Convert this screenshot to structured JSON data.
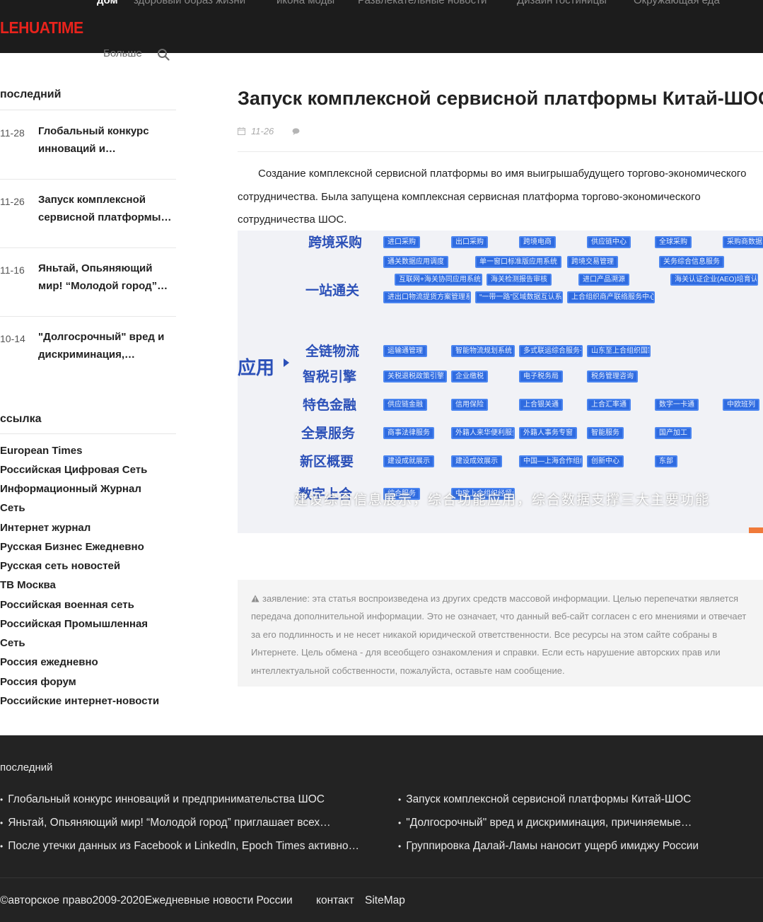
{
  "header": {
    "logo": "LEHUATIME",
    "nav": [
      "дом",
      "здоровый образ жизни",
      "икона моды",
      "Развлекательные новости",
      "Дизайн гостиницы",
      "Окружающая еда"
    ],
    "more": "Больше"
  },
  "sidebar": {
    "latest_title": "последний",
    "latest": [
      {
        "date": "11-28",
        "title": "Глобальный конкурс инноваций и…"
      },
      {
        "date": "11-26",
        "title": "Запуск комплексной сервисной платформы…"
      },
      {
        "date": "11-16",
        "title": "Яньтай, Опьяняющий мир! “Молодой город”…"
      },
      {
        "date": "10-14",
        "title": "\"Долгосрочный\" вред и дискриминация,…"
      }
    ],
    "links_title": "ссылка",
    "links": [
      "European Times",
      "Российская Цифровая Сеть",
      "Информационный Журнал",
      "Сеть",
      "Интернет журнал",
      "Русская Бизнес Ежедневно",
      "Русская сеть новостей",
      "ТВ Москва",
      "Российская военная сеть",
      "Российская Промышленная",
      "Сеть",
      "Россия ежедневно",
      "Россия форум",
      "Российские интернет-новости"
    ]
  },
  "article": {
    "title": "Запуск комплексной сервисной платформы Китай-ШОС",
    "date": "11-26",
    "body": "Создание комплексной сервисной платформы во имя выигрышабудущего торгово-экономического сотрудничества. Была запущена комплексная сервисная платформа торгово-экономического сотрудничества ШОС.",
    "image": {
      "apply": "应用",
      "rows": [
        {
          "label": "跨境采购",
          "chips": [
            "进口采购",
            "出口采购",
            "跨境电商",
            "供应链中心",
            "全球采购",
            "采购商数据"
          ]
        },
        {
          "label": "一站通关",
          "chips": [
            "通关数据应用调度",
            "单一窗口标准版应用系统",
            "跨境交易管理",
            "关务综合信息服务",
            "互联网+海关协同应用系统",
            "海关检测报告审核",
            "进口产品溯源",
            "海关认证企业(AEO)培育认证系统集成",
            "进出口物流提货方案管理系统集成",
            "“一带一路”区域数据互认系统集成",
            "上合组织商产联络服务中心集成"
          ]
        },
        {
          "label": "全链物流",
          "chips": [
            "运输通管理",
            "智能物流规划系统",
            "多式联运综合服务平台",
            "山东至上合组织国家物流"
          ]
        },
        {
          "label": "智税引擎",
          "chips": [
            "关税退税政策引擎",
            "企业缴税",
            "电子税务局",
            "税务管理咨询"
          ]
        },
        {
          "label": "特色金融",
          "chips": [
            "供应链金融",
            "信用保险",
            "上合银关通",
            "上合汇率通",
            "数字一卡通",
            "中欧班列"
          ]
        },
        {
          "label": "全景服务",
          "chips": [
            "商事法律服务",
            "外籍人来华便利服务",
            "外籍人事务专窗",
            "智能服务",
            "国产加工"
          ]
        },
        {
          "label": "新区概要",
          "chips": [
            "建设成就展示",
            "建设成效展示",
            "中国—上海合作组织经贸学院",
            "创新中心",
            "东部"
          ]
        },
        {
          "label": "数字上合",
          "chips": [
            "综合服务",
            "中欧上合组织经贸合作"
          ]
        }
      ],
      "caption": "建设综合信息展示，综合功能应用，综合数据支撑三大主要功能"
    },
    "notice": "заявление: эта статья воспроизведена из других средств массовой информации. Целью перепечатки является передача дополнительной информации. Это не означает, что данный веб-сайт согласен с его мнениями и отвечает за его подлинность и не несет никакой юридической ответственности. Все ресурсы на этом сайте собраны в Интернете. Цель обмена - для всеобщего ознакомления и справки. Если есть нарушение авторских прав или интеллектуальной собственности, пожалуйста, оставьте нам сообщение."
  },
  "footer": {
    "title": "последний",
    "items": [
      "Глобальный конкурс инноваций и предпринимательства ШОС",
      "Запуск комплексной сервисной платформы Китай-ШОС",
      "Яньтай, Опьяняющий мир! “Молодой город” приглашает всех…",
      "\"Долгосрочный\" вред и дискриминация, причиняемые…",
      "После утечки данных из Facebook и LinkedIn, Epoch Times активно…",
      "Группировка Далай-Ламы наносит ущерб имиджу России"
    ],
    "copyright": "©авторское право2009-2020Ежедневные новости России",
    "contact": "контакт",
    "sitemap": "SiteMap"
  },
  "colors": {
    "header_bg": "#1c1c1c",
    "logo": "#e8231c",
    "footer_bg": "#232323",
    "notice_bg": "#f4f4f4"
  },
  "icons": [
    "search-icon",
    "calendar-icon",
    "comment-icon",
    "warning-icon"
  ]
}
